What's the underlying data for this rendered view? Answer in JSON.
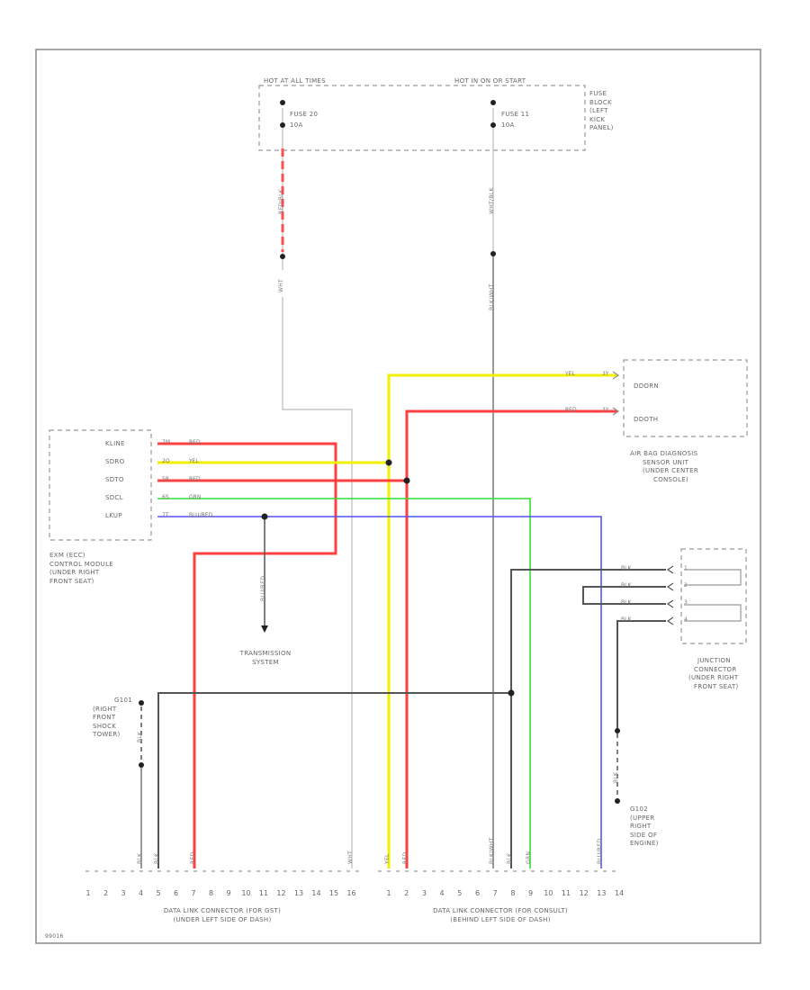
{
  "fuse_box": {
    "hot_always": "HOT AT ALL TIMES",
    "hot_run_start": "HOT IN ON OR START",
    "fuse_a": "FUSE 20",
    "fuse_a_rating": "10A",
    "fuse_b": "FUSE 11",
    "fuse_b_rating": "10A",
    "location_lines": [
      "FUSE",
      "BLOCK",
      "(LEFT",
      "KICK",
      "PANEL)"
    ]
  },
  "wires": {
    "red_blk_fuse": "RED/BLK",
    "wht_top": "WHT",
    "wht_blk": "WHT/BLK",
    "blk_wht": "BLK/WHT",
    "yel": "YEL",
    "red": "RED",
    "grn": "GRN",
    "blu_red": "BLU/RED",
    "blk": "BLK"
  },
  "airbag": {
    "pin_a": "DDORN",
    "pin_b": "DDOTH",
    "label_lines": [
      "AIR BAG DIAGNOSIS",
      "SENSOR UNIT",
      "(UNDER CENTER",
      "CONSOLE)"
    ],
    "term_a": "3Y",
    "term_b": "3Y"
  },
  "ecm": {
    "pins": [
      "KLINE",
      "SDRO",
      "SDTO",
      "SDCL",
      "LKUP"
    ],
    "pin_nums": [
      "7M",
      "2O",
      "5R",
      "6S",
      "7T"
    ],
    "label_lines": [
      "EXM (ECC)",
      "CONTROL MODULE",
      "(UNDER RIGHT",
      "FRONT SEAT)"
    ]
  },
  "transmission": {
    "label_lines": [
      "TRANSMISSION",
      "SYSTEM"
    ]
  },
  "junction": {
    "label_lines": [
      "JUNCTION",
      "CONNECTOR",
      "(UNDER RIGHT",
      "FRONT SEAT)"
    ],
    "pins": [
      "1",
      "2",
      "3",
      "4"
    ]
  },
  "grounds": {
    "g101_lines": [
      "G101",
      "(RIGHT",
      "FRONT",
      "SHOCK",
      "TOWER)"
    ],
    "g102_lines": [
      "G102",
      "(UPPER",
      "RIGHT",
      "SIDE OF",
      "ENGINE)"
    ]
  },
  "dlc1": {
    "pins": [
      "1",
      "2",
      "3",
      "4",
      "5",
      "6",
      "7",
      "8",
      "9",
      "10",
      "11",
      "12",
      "13",
      "14",
      "15",
      "16"
    ],
    "label_lines": [
      "DATA LINK CONNECTOR (FOR GST)",
      "(UNDER LEFT SIDE OF DASH)"
    ]
  },
  "dlc2": {
    "pins": [
      "1",
      "2",
      "3",
      "4",
      "5",
      "6",
      "7",
      "8",
      "9",
      "10",
      "11",
      "12",
      "13",
      "14"
    ],
    "label_lines": [
      "DATA LINK CONNECTOR (FOR CONSULT)",
      "(BEHIND LEFT SIDE OF DASH)"
    ]
  },
  "figure_id": "99016",
  "colors": {
    "red": "#ff4040",
    "yellow": "#f0f000",
    "green": "#33dd33",
    "blue": "#5555ee",
    "black": "#555555",
    "gray": "#b8b8b8"
  }
}
